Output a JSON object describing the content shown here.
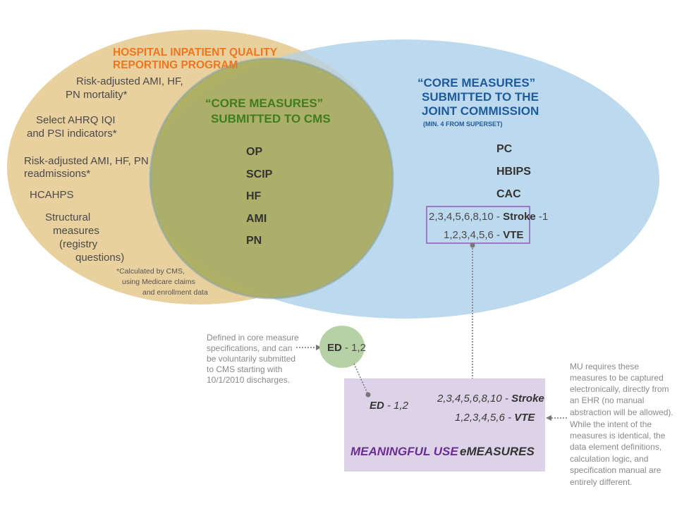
{
  "colors": {
    "orange_fill": "#fbd89a",
    "orange_text": "#f0761e",
    "green_fill": "#a9ab5f",
    "green_text": "#3f7d1e",
    "blue_fill": "#bcd9ee",
    "blue_text": "#1f5b9a",
    "purple_box": "#ddd3e8",
    "purple_border": "#8e5ab5",
    "purple_text": "#6b2c91",
    "ed_circle": "#b7d1a6"
  },
  "hiqr": {
    "title_line1": "HOSPITAL INPATIENT QUALITY",
    "title_line2": "REPORTING PROGRAM",
    "items": [
      "Risk-adjusted AMI, HF,",
      "PN mortality*",
      "Select AHRQ IQI",
      "and PSI indicators*",
      "Risk-adjusted AMI, HF, PN",
      "readmissions*",
      "HCAHPS",
      "Structural",
      "measures",
      "(registry",
      "questions)"
    ],
    "footnote": [
      "*Calculated by CMS,",
      "using Medicare claims",
      "and enrollment data"
    ]
  },
  "cms": {
    "title_line1": "“CORE MEASURES”",
    "title_line2": "SUBMITTED TO CMS",
    "codes": [
      "OP",
      "SCIP",
      "HF",
      "AMI",
      "PN"
    ]
  },
  "joint": {
    "title_line1": "“CORE MEASURES”",
    "title_line2": "SUBMITTED TO THE",
    "title_line3": "JOINT COMMISSION",
    "subtitle": "(MIN. 4 FROM SUPERSET)",
    "codes": [
      "PC",
      "HBIPS",
      "CAC"
    ],
    "stroke_nums": "2,3,4,5,6,8,10 - ",
    "stroke_label": "Stroke",
    "stroke_suffix": " -1",
    "vte_nums": "1,2,3,4,5,6 - ",
    "vte_label": "VTE"
  },
  "ed": {
    "label": "ED",
    "nums": " - 1,2",
    "note": [
      "Defined in core measure",
      "specifications, and can",
      "be voluntarily submitted",
      "to CMS starting with",
      "10/1/2010 discharges."
    ]
  },
  "mu": {
    "ed_label": "ED",
    "ed_nums": " - 1,2",
    "stroke_nums": "2,3,4,5,6,8,10 - ",
    "stroke_label": "Stroke",
    "vte_nums": "1,2,3,4,5,6 - ",
    "vte_label": "VTE",
    "title": "MEANINGFUL USE",
    "emeasures": "eMEASURES",
    "note": [
      "MU requires these",
      "measures to be captured",
      "electronically, directly from",
      "an EHR (no manual",
      "abstraction will be allowed).",
      "While the intent of the",
      "measures is identical, the",
      "data element definitions,",
      "calculation logic, and",
      "specification manual are",
      "entirely different."
    ]
  }
}
